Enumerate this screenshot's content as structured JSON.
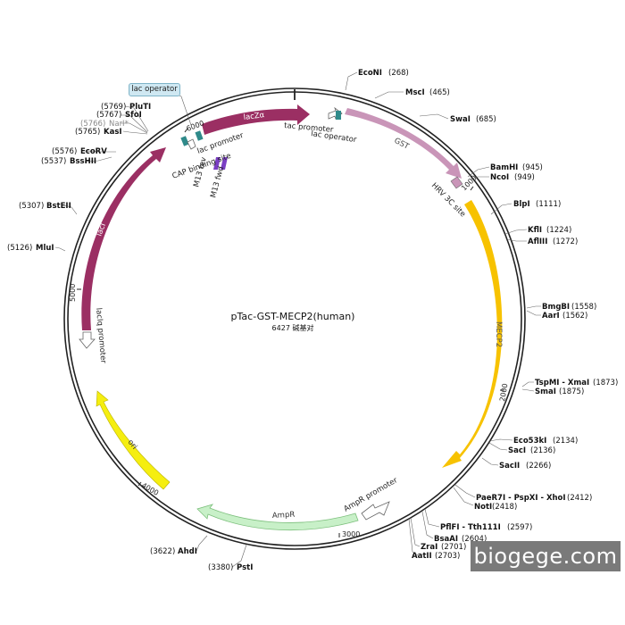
{
  "plasmid": {
    "name": "pTac-GST-MECP2(human)",
    "size_text": "6427 碱基对",
    "length_bp": 6427
  },
  "colors": {
    "lacZa": "#9b2f63",
    "lacI": "#9b2f63",
    "GST": "#c995b8",
    "MECP2": "#f7c200",
    "AmpR": "#c8f0c8",
    "ori": "#f5ee10",
    "M13": "#7b3fc4",
    "lac_operator": "#2f8a8a",
    "promoter": "#ffffff",
    "lac_operator_box": "#cfe8f2"
  },
  "sites": [
    {
      "name": "EcoNI",
      "pos": "(268)"
    },
    {
      "name": "MscI",
      "pos": "(465)"
    },
    {
      "name": "SwaI",
      "pos": "(685)"
    },
    {
      "name": "BamHI",
      "pos": "(945)"
    },
    {
      "name": "NcoI",
      "pos": "(949)"
    },
    {
      "name": "BlpI",
      "pos": "(1111)"
    },
    {
      "name": "KflI",
      "pos": "(1224)"
    },
    {
      "name": "AflIII",
      "pos": "(1272)"
    },
    {
      "name": "BmgBI",
      "pos": "(1558)"
    },
    {
      "name": "AarI",
      "pos": "(1562)"
    },
    {
      "name": "TspMI - XmaI",
      "pos": "(1873)"
    },
    {
      "name": "SmaI",
      "pos": "(1875)"
    },
    {
      "name": "Eco53kI",
      "pos": "(2134)"
    },
    {
      "name": "SacI",
      "pos": "(2136)"
    },
    {
      "name": "SacII",
      "pos": "(2266)"
    },
    {
      "name": "PaeR7I - PspXI - XhoI",
      "pos": "(2412)"
    },
    {
      "name": "NotI",
      "pos": "(2418)"
    },
    {
      "name": "PflFI - Tth111I",
      "pos": "(2597)"
    },
    {
      "name": "BsaAI",
      "pos": "(2604)"
    },
    {
      "name": "ZraI",
      "pos": "(2701)"
    },
    {
      "name": "AatII",
      "pos": "(2703)"
    },
    {
      "name": "PstI",
      "pos": "(3380)"
    },
    {
      "name": "AhdI",
      "pos": "(3622)"
    },
    {
      "name": "MluI",
      "pos": "(5126)"
    },
    {
      "name": "BstEII",
      "pos": "(5307)"
    },
    {
      "name": "BssHII",
      "pos": "(5537)"
    },
    {
      "name": "EcoRV",
      "pos": "(5576)"
    },
    {
      "name": "KasI",
      "pos": "(5765)"
    },
    {
      "name": "NarI*",
      "pos": "(5766)"
    },
    {
      "name": "SfoI",
      "pos": "(5767)"
    },
    {
      "name": "PluTI",
      "pos": "(5769)"
    }
  ],
  "features": [
    {
      "name": "lacZα"
    },
    {
      "name": "GST"
    },
    {
      "name": "MECP2"
    },
    {
      "name": "AmpR"
    },
    {
      "name": "ori"
    },
    {
      "name": "lacI"
    },
    {
      "name": "lacIq promoter"
    },
    {
      "name": "AmpR promoter"
    },
    {
      "name": "tac promoter"
    },
    {
      "name": "lac operator"
    },
    {
      "name": "HRV 3C site"
    },
    {
      "name": "lac promoter"
    },
    {
      "name": "CAP binding site"
    },
    {
      "name": "M13 rev"
    },
    {
      "name": "M13 fwd"
    }
  ],
  "top_lac_operator": "lac operator",
  "ticks": [
    "1000",
    "2000",
    "3000",
    "4000",
    "5000",
    "6000"
  ],
  "watermark": "biogege.com"
}
